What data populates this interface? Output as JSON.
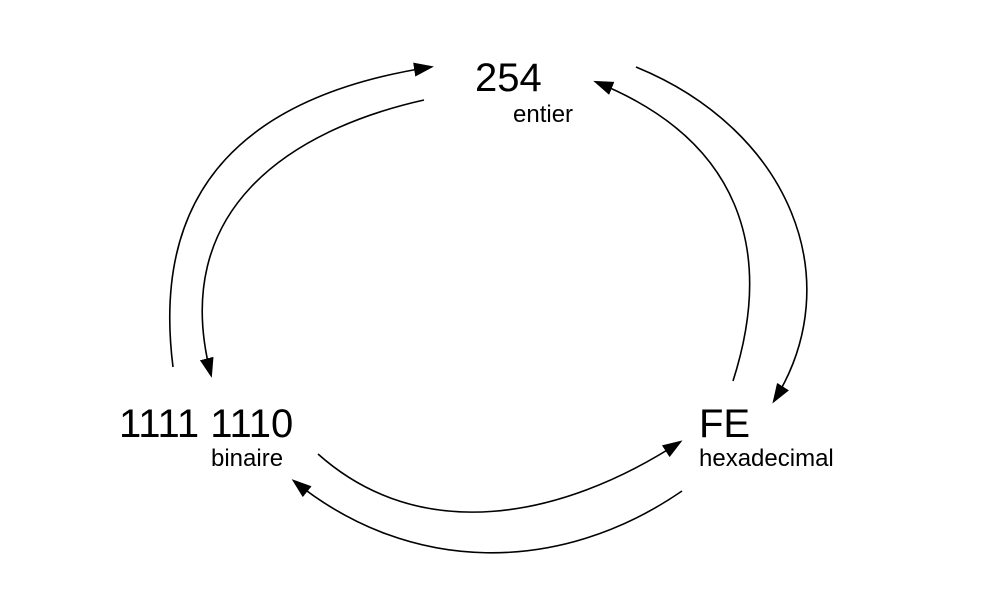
{
  "nodes": {
    "entier": {
      "value": "254",
      "label": "entier"
    },
    "binaire": {
      "value": "1111 1110",
      "label": "binaire"
    },
    "hexadecimal": {
      "value": "FE",
      "label": "hexadecimal"
    }
  },
  "arrows": [
    {
      "from": "binaire",
      "to": "entier"
    },
    {
      "from": "entier",
      "to": "binaire"
    },
    {
      "from": "entier",
      "to": "hexadecimal"
    },
    {
      "from": "hexadecimal",
      "to": "entier"
    },
    {
      "from": "binaire",
      "to": "hexadecimal"
    },
    {
      "from": "hexadecimal",
      "to": "binaire"
    }
  ],
  "colors": {
    "stroke": "#000000",
    "background": "#ffffff"
  }
}
